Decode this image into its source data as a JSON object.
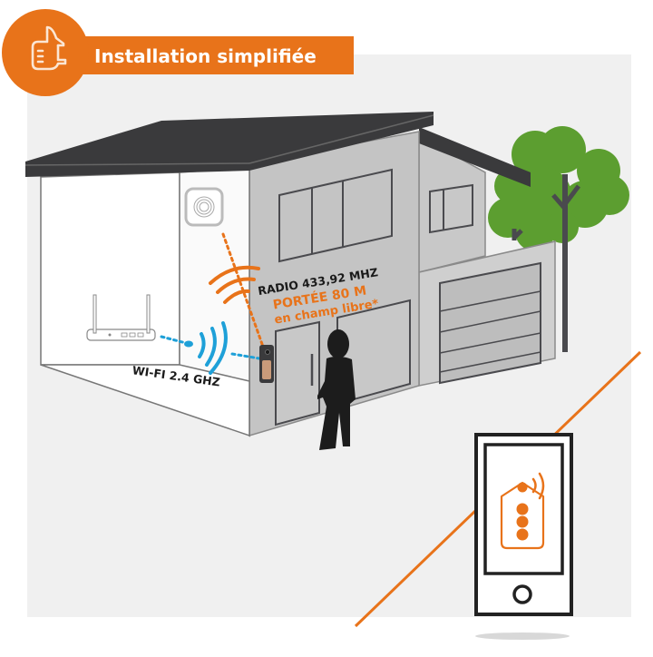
{
  "banner": {
    "title": "Installation simplifiée",
    "icon": "thumbs-up-icon",
    "color": "#e8731a"
  },
  "labels": {
    "radio": "RADIO 433,92 MHZ",
    "range_line1": "PORTÉE 80 M",
    "range_line2": "en champ libre*",
    "wifi": "WI-FI 2.4 GHZ"
  },
  "devices": {
    "chime": "chime-hub-icon",
    "router": "wifi-router-icon",
    "doorbell": "video-doorbell-icon",
    "phone": "smartphone-icon",
    "app": "home-app-icon"
  },
  "colors": {
    "accent": "#e8731a",
    "wifi": "#1ea0d8",
    "roof": "#3a3a3c",
    "wall": "#c4c4c4",
    "tree": "#5c9e30",
    "background": "#f0f0f0"
  }
}
